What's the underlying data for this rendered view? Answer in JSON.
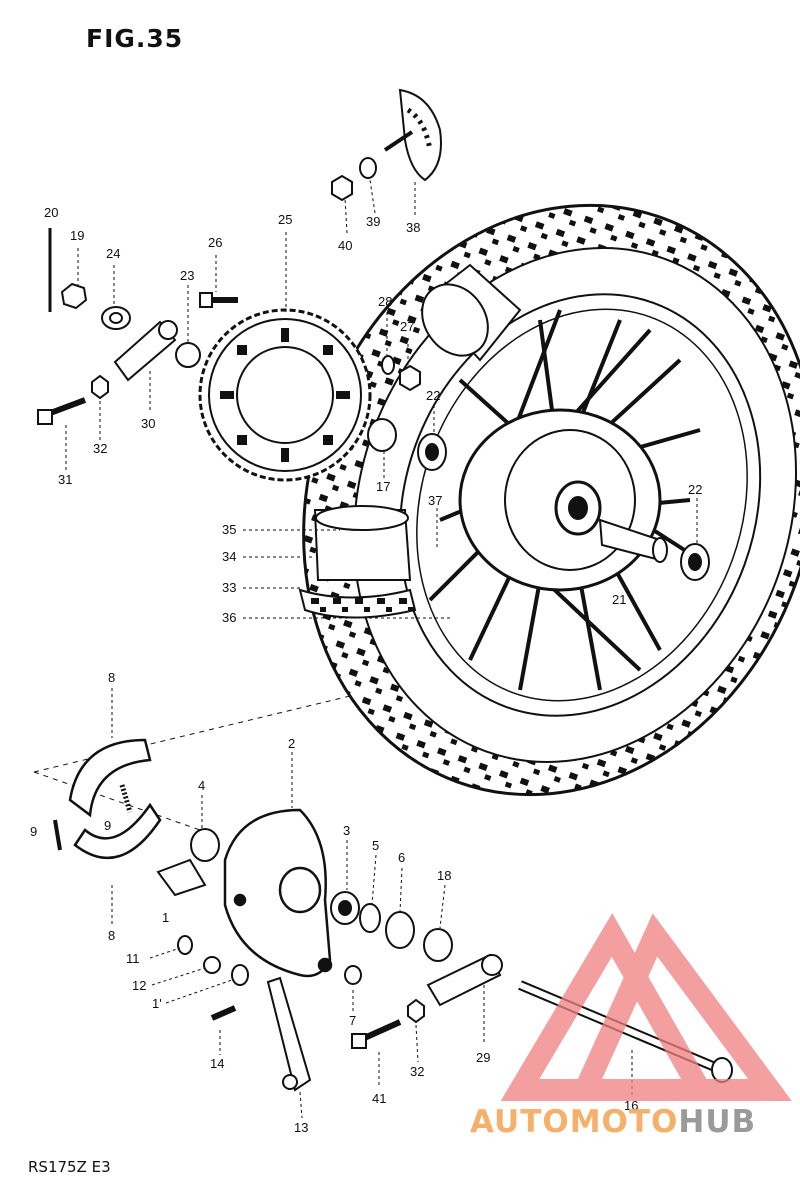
{
  "figure": {
    "title": "FIG.35",
    "model": "RS175Z  E3"
  },
  "watermark": {
    "brand_part1": "AUTOMOTO",
    "brand_part2": "HUB",
    "color_primary": "#f08080",
    "color_secondary": "#f5b06a",
    "color_tertiary": "#9a9a9a"
  },
  "callouts": [
    {
      "id": "c20",
      "text": "20"
    },
    {
      "id": "c19",
      "text": "19"
    },
    {
      "id": "c24",
      "text": "24"
    },
    {
      "id": "c23",
      "text": "23"
    },
    {
      "id": "c26",
      "text": "26"
    },
    {
      "id": "c25",
      "text": "25"
    },
    {
      "id": "c40",
      "text": "40"
    },
    {
      "id": "c39",
      "text": "39"
    },
    {
      "id": "c38",
      "text": "38"
    },
    {
      "id": "c28",
      "text": "28"
    },
    {
      "id": "c27",
      "text": "27"
    },
    {
      "id": "c22a",
      "text": "22"
    },
    {
      "id": "c30",
      "text": "30"
    },
    {
      "id": "c32a",
      "text": "32"
    },
    {
      "id": "c31",
      "text": "31"
    },
    {
      "id": "c17",
      "text": "17"
    },
    {
      "id": "c37",
      "text": "37"
    },
    {
      "id": "c22b",
      "text": "22"
    },
    {
      "id": "c35",
      "text": "35"
    },
    {
      "id": "c34",
      "text": "34"
    },
    {
      "id": "c33",
      "text": "33"
    },
    {
      "id": "c36",
      "text": "36"
    },
    {
      "id": "c21",
      "text": "21"
    },
    {
      "id": "c8a",
      "text": "8"
    },
    {
      "id": "c2",
      "text": "2"
    },
    {
      "id": "c4",
      "text": "4"
    },
    {
      "id": "c9a",
      "text": "9"
    },
    {
      "id": "c9b",
      "text": "9"
    },
    {
      "id": "c3",
      "text": "3"
    },
    {
      "id": "c5",
      "text": "5"
    },
    {
      "id": "c6",
      "text": "6"
    },
    {
      "id": "c18",
      "text": "18"
    },
    {
      "id": "c8b",
      "text": "8"
    },
    {
      "id": "c1",
      "text": "1"
    },
    {
      "id": "c11",
      "text": "11"
    },
    {
      "id": "c12",
      "text": "12"
    },
    {
      "id": "c15",
      "text": "1'"
    },
    {
      "id": "c7",
      "text": "7"
    },
    {
      "id": "c29",
      "text": "29"
    },
    {
      "id": "c14",
      "text": "14"
    },
    {
      "id": "c41",
      "text": "41"
    },
    {
      "id": "c32b",
      "text": "32"
    },
    {
      "id": "c16",
      "text": "16"
    },
    {
      "id": "c13",
      "text": "13"
    }
  ],
  "icons": [
    "sprocket-icon",
    "tire-icon",
    "wheel-hub-icon",
    "brake-shoe-icon",
    "brake-panel-icon",
    "axle-icon",
    "bolt-icon",
    "nut-icon",
    "washer-icon",
    "bearing-icon",
    "chain-adjuster-icon",
    "torque-link-icon",
    "mud-flap-icon",
    "brand-logo-icon"
  ]
}
